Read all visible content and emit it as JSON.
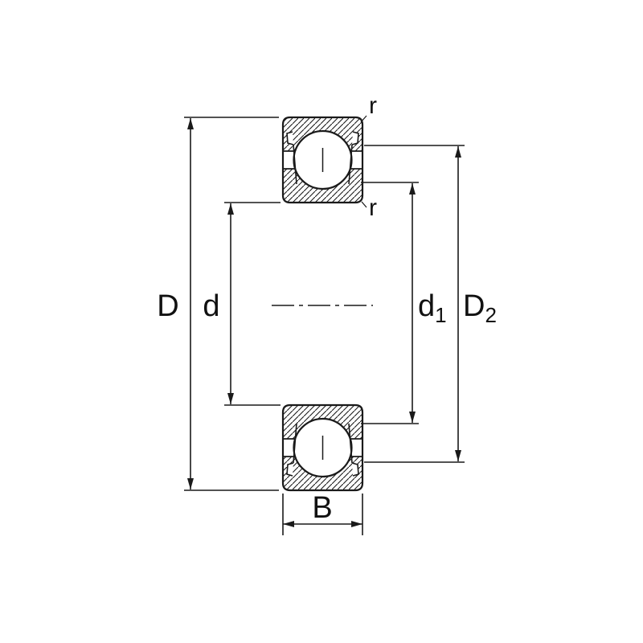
{
  "diagram": {
    "type": "deep-groove-ball-bearing-cross-section",
    "colors": {
      "line": "#1a1a1a",
      "background": "#ffffff",
      "text": "#111111"
    },
    "labels": {
      "outer_diameter": "D",
      "bore_diameter": "d",
      "d1_base": "d",
      "d1_sub": "1",
      "D2_base": "D",
      "D2_sub": "2",
      "width": "B",
      "r_outer": "r",
      "r_inner": "r"
    }
  }
}
